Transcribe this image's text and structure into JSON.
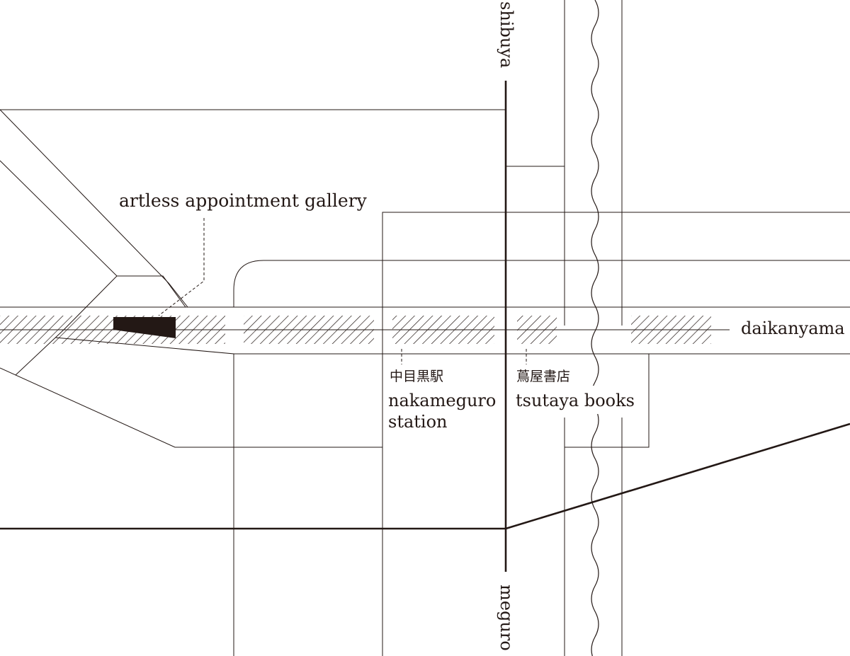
{
  "map": {
    "ink_color": "#231815",
    "background_color": "#ffffff",
    "labels": {
      "gallery": "artless appointment gallery",
      "daikanyama": "daikanyama",
      "shibuya": "shibuya",
      "meguro": "meguro",
      "station_jp": "中目黒駅",
      "station_en_line1": "nakameguro",
      "station_en_line2": "station",
      "books_jp": "蔦屋書店",
      "books_en": "tsutaya books"
    }
  }
}
